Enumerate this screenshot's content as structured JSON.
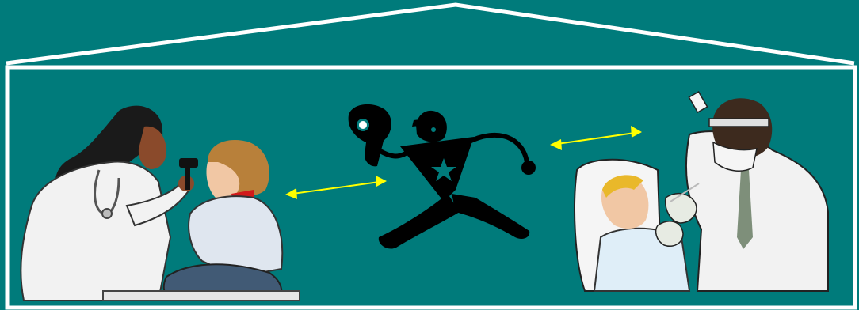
{
  "scene": {
    "background_color": "#007b7b",
    "frame_color": "#ffffff",
    "arrow_color": "#ffff00",
    "panels": [
      {
        "name": "doctor-examining-child",
        "icon": "doctor-otoscope-child-icon"
      },
      {
        "name": "running-baseball-figure",
        "icon": "baseball-runner-icon"
      },
      {
        "name": "dentist-examining-child",
        "icon": "dentist-child-icon"
      }
    ],
    "connectors": [
      "double-arrow-left",
      "double-arrow-right"
    ]
  }
}
